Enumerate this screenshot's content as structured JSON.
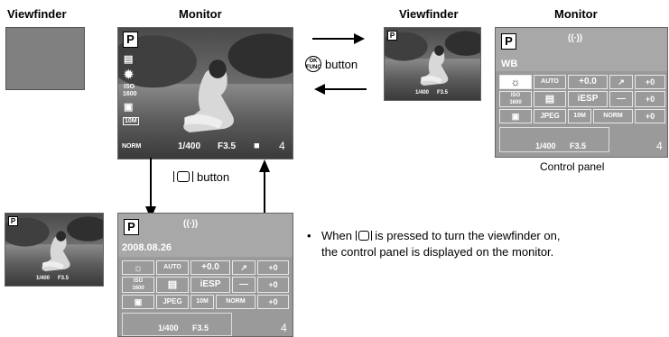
{
  "headers": {
    "viewfinder_left": "Viewfinder",
    "monitor_left": "Monitor",
    "viewfinder_right": "Viewfinder",
    "monitor_right": "Monitor"
  },
  "monitor_display": {
    "mode": "P",
    "iso_label": "ISO",
    "iso_value": "1600",
    "norm": "NORM",
    "shutter": "1/400",
    "aperture": "F3.5",
    "frames": "4"
  },
  "ok_button_label": "button",
  "ok_icon_text": "OK\nFUNC",
  "vf_button_label": "button",
  "control_panel_caption": "Control panel",
  "panel_right": {
    "mode": "P",
    "wb_label": "WB",
    "shake": "((∙))",
    "ev": "+0.0",
    "auto": "AUTO",
    "iso_label": "ISO",
    "iso_value": "1600",
    "iesp": "iESP",
    "jpeg": "JPEG",
    "size": "10M",
    "norm": "NORM",
    "plus1": "+0",
    "plus2": "+0",
    "plus3": "+0",
    "shutter": "1/400",
    "aperture": "F3.5",
    "frames": "4"
  },
  "panel_bottom": {
    "mode": "P",
    "date": "2008.08.26",
    "shake": "((∙))",
    "ev": "+0.0",
    "auto": "AUTO",
    "iso_label": "ISO",
    "iso_value": "1600",
    "iesp": "iESP",
    "jpeg": "JPEG",
    "size": "10M",
    "norm": "NORM",
    "plus1": "+0",
    "plus2": "+0",
    "plus3": "+0",
    "shutter": "1/400",
    "aperture": "F3.5",
    "frames": "4"
  },
  "small_vf_left": {
    "shutter": "1/400",
    "aperture": "F3.5"
  },
  "small_vf_right": {
    "shutter": "1/400",
    "aperture": "F3.5"
  },
  "note": {
    "bullet": "•",
    "line1_pre": "When",
    "line1_post": "is pressed to turn the viewfinder on,",
    "line2": "the control panel is displayed on the monitor."
  }
}
